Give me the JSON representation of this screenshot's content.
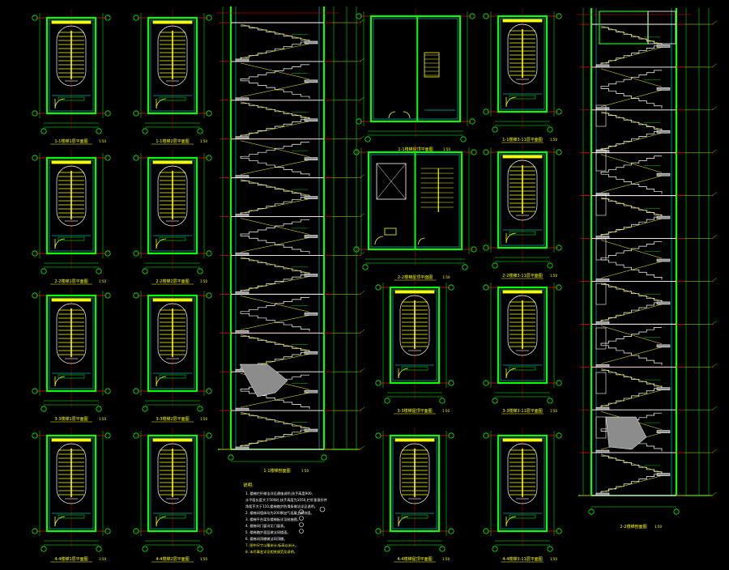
{
  "sheet": {
    "background": "#000000",
    "colors": {
      "wall": "#00ff00",
      "stair": "#ffff00",
      "axis": "#ff0000",
      "dim": "#00ff00",
      "label": "#ffff00",
      "white": "#ffffff",
      "gray": "#8c8c8c",
      "cyan": "#00ffff",
      "magenta": "#ff00ff"
    }
  },
  "plans": [
    {
      "label": "1-1楼梯1层平面图",
      "scale": "1:50"
    },
    {
      "label": "1-1楼梯2层平面图",
      "scale": "1:50"
    },
    {
      "label": "2-2楼梯1层平面图",
      "scale": "1:50"
    },
    {
      "label": "2-2楼梯2层平面图",
      "scale": "1:50"
    },
    {
      "label": "3-3楼梯1层平面图",
      "scale": "1:50"
    },
    {
      "label": "3-3楼梯2层平面图",
      "scale": "1:50"
    },
    {
      "label": "4-4楼梯1层平面图",
      "scale": "1:50"
    },
    {
      "label": "4-4楼梯2层平面图",
      "scale": "1:50"
    },
    {
      "label": "1-1楼梯屋顶平面图",
      "scale": "1:50"
    },
    {
      "label": "1-1楼梯3-11层平面图",
      "scale": "1:50"
    },
    {
      "label": "2-2楼梯屋顶平面图",
      "scale": "1:50"
    },
    {
      "label": "2-2楼梯3-11层平面图",
      "scale": "1:50"
    },
    {
      "label": "3-3楼梯屋顶平面图",
      "scale": "1:50"
    },
    {
      "label": "3-3楼梯3-11层平面图",
      "scale": "1:50"
    },
    {
      "label": "4-4楼梯屋顶平面图",
      "scale": "1:50"
    },
    {
      "label": "4-4楼梯3-11层平面图",
      "scale": "1:50"
    }
  ],
  "sections": [
    {
      "label": "1-1楼梯剖面图",
      "scale": "1:50"
    },
    {
      "label": "2-2楼梯剖面图",
      "scale": "1:50"
    }
  ],
  "notes": {
    "title": "说明:",
    "lines": [
      "1. 楼梯栏杆做法详见建施说明,扶手高度900,",
      "   水平段长度大于500时,扶手高度为1050,栏杆垂直杆件",
      "   净距不大于110,楼梯踏步防滑条做法详见说明。",
      "2. 楼梯间墙体均为200厚加气混凝土砌块墙。",
      "3. 楼梯平台梁及楼梯板详见结施图。",
      "4. 楼梯间门窗详见门窗表。",
      "5. 楼梯踏步面层做法同楼面。",
      "6. 楼梯间顶棚做法同顶棚。",
      "7. 图中尺寸以毫米计,标高以米计。",
      "8. 未尽事宜详见相关规范及说明。"
    ]
  }
}
